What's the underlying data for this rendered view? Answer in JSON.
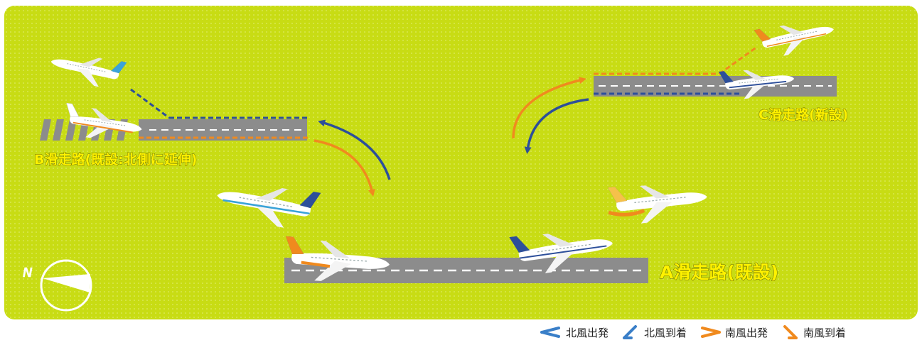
{
  "colors": {
    "field": "#c8dc14",
    "runway": "#8c8c8c",
    "north_wind": "#2d4f9a",
    "south_wind": "#f08a1e",
    "label_fill": "#fff200",
    "label_stroke": "#6a6a00"
  },
  "labels": {
    "runway_a": "A滑走路(既設)",
    "runway_b": "B滑走路(既設:北側に延伸)",
    "runway_c": "C滑走路(新設)",
    "compass_n": "N"
  },
  "legend": [
    {
      "icon": "north-departure-icon",
      "label": "北風出発"
    },
    {
      "icon": "north-arrival-icon",
      "label": "北風到着"
    },
    {
      "icon": "south-departure-icon",
      "label": "南風出発"
    },
    {
      "icon": "south-arrival-icon",
      "label": "南風到着"
    }
  ]
}
